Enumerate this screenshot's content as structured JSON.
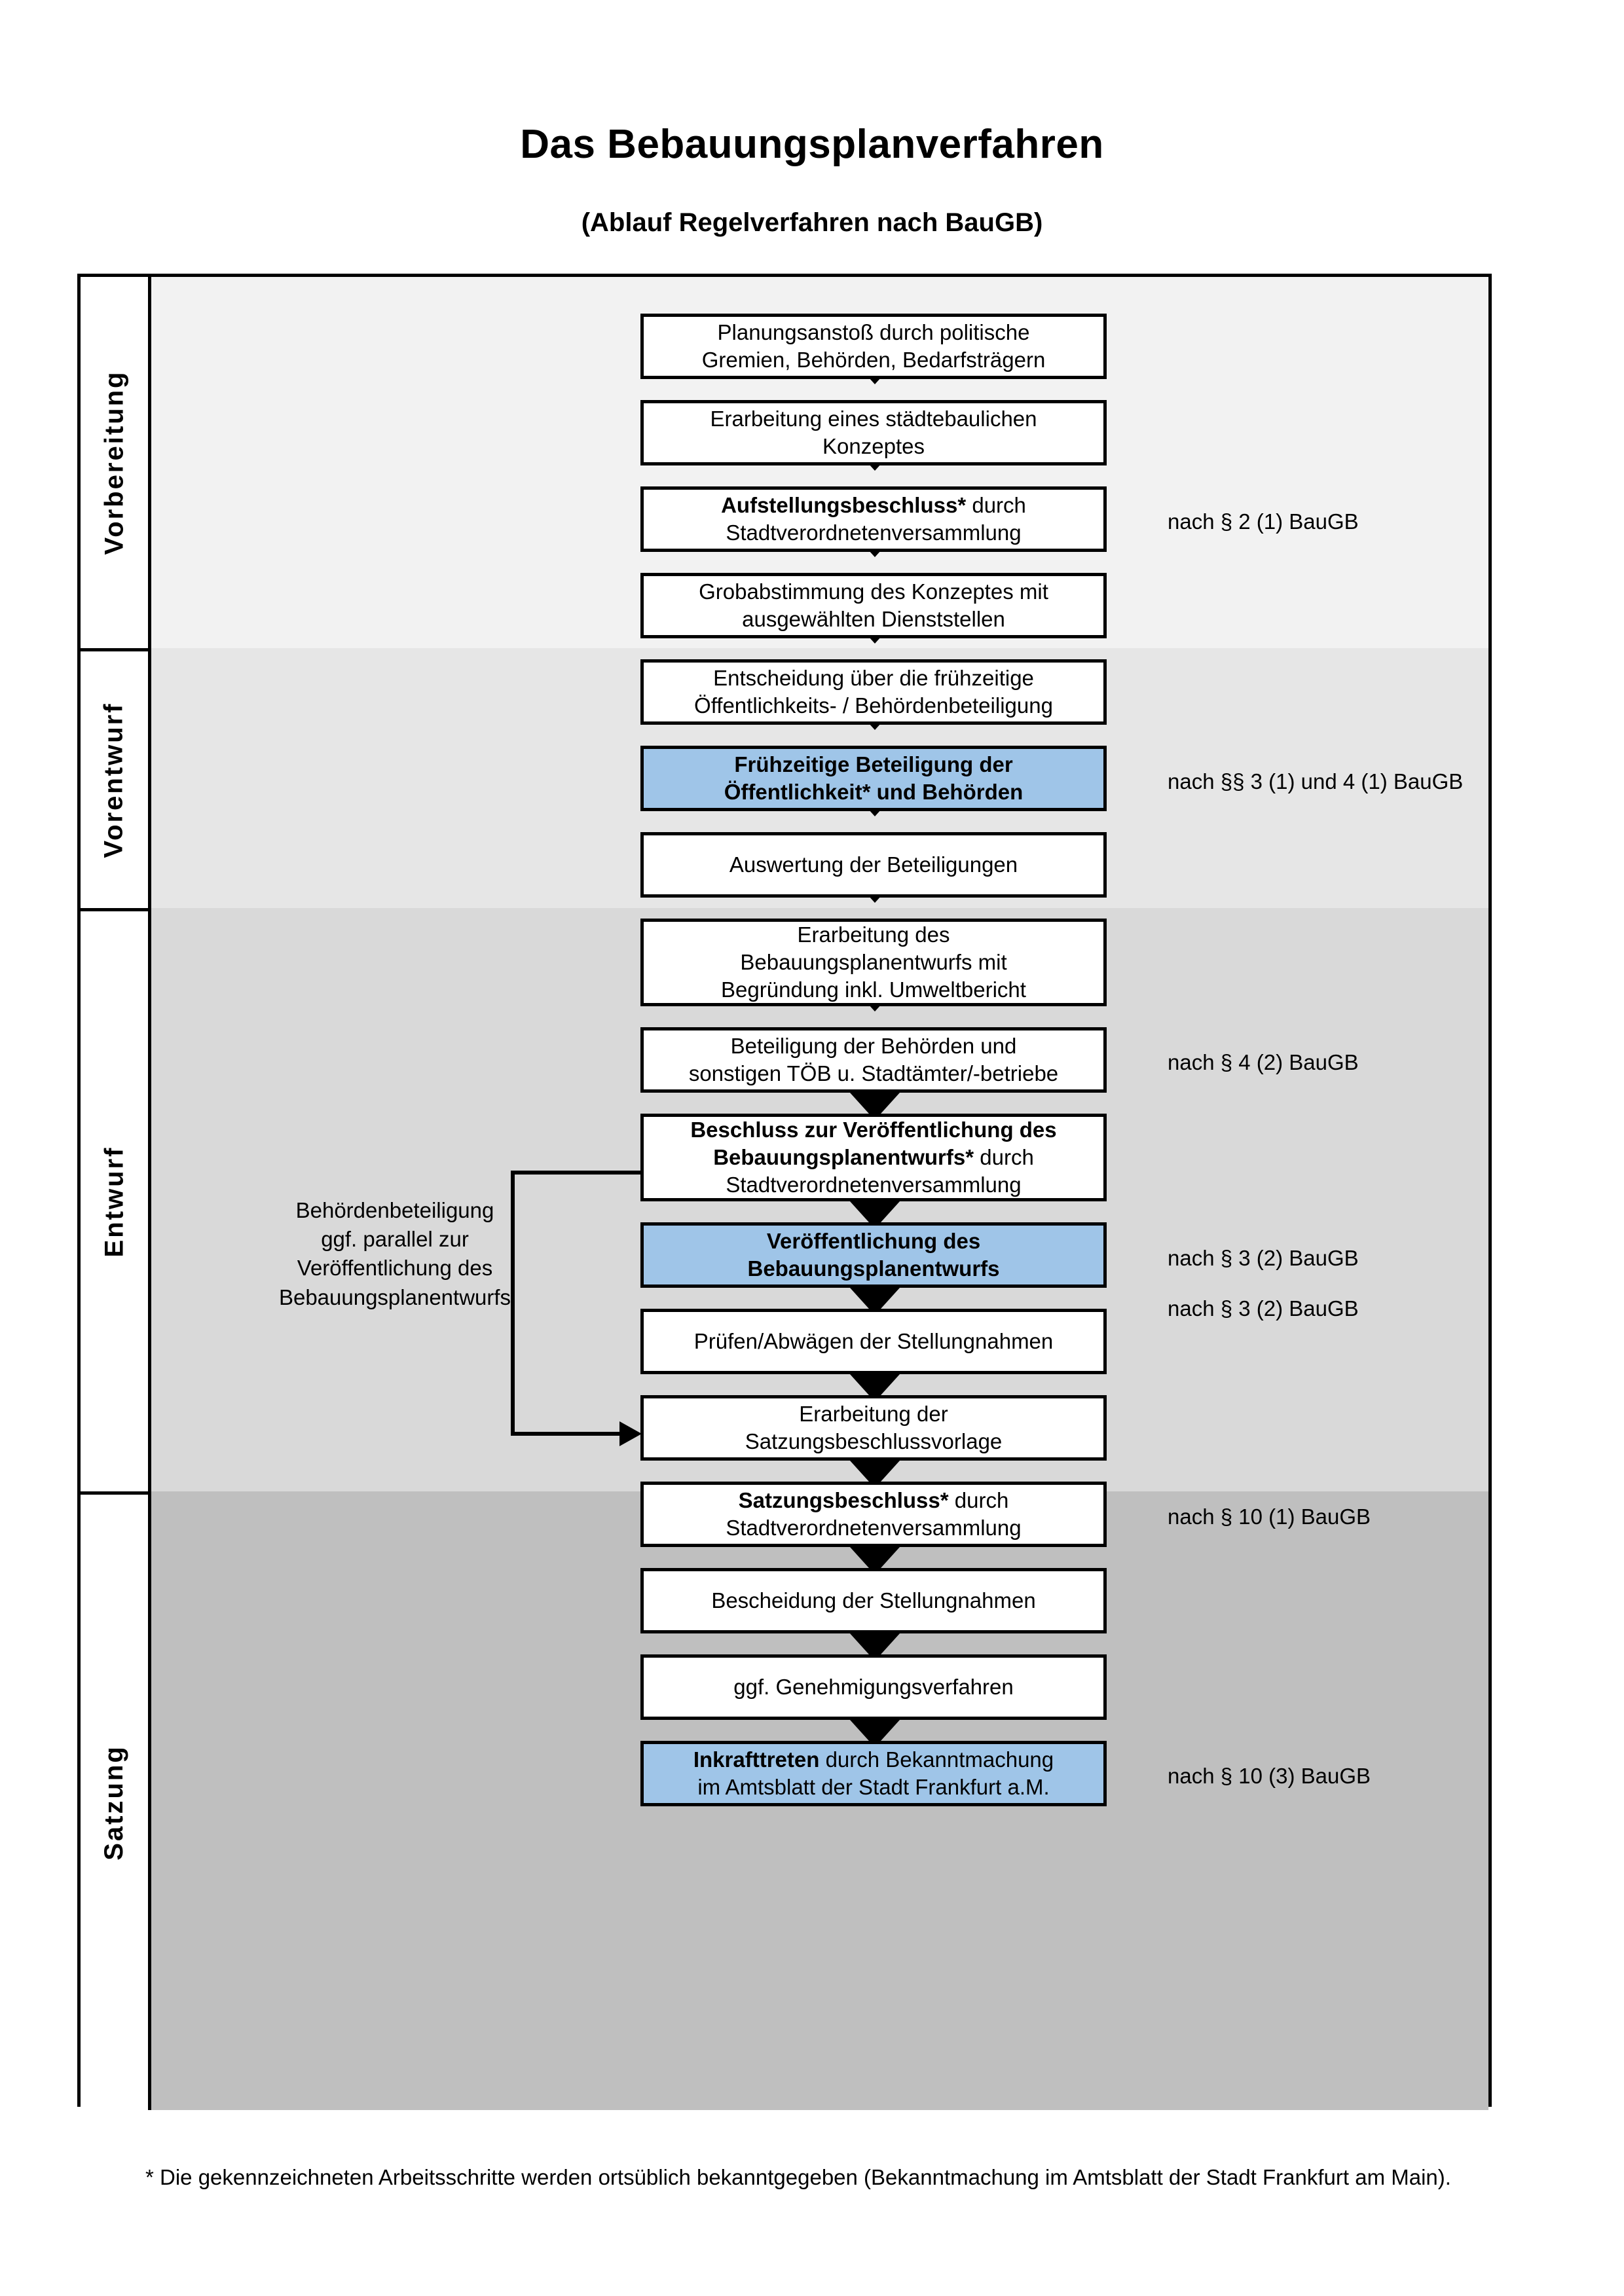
{
  "header": {
    "title": "Das Bebauungsplanverfahren",
    "subtitle": "(Ablauf Regelverfahren nach BauGB)"
  },
  "colors": {
    "highlight_blue": "#9FC5E8",
    "band_vorbereitung": "#F2F2F2",
    "band_vorentwurf": "#E6E6E6",
    "band_entwurf": "#D9D9D9",
    "band_satzung": "#BFBFBF",
    "outline": "#000000"
  },
  "phases": [
    {
      "id": "vorbereitung",
      "label": "Vorbereitung"
    },
    {
      "id": "vorentwurf",
      "label": "Vorentwurf"
    },
    {
      "id": "entwurf",
      "label": "Entwurf"
    },
    {
      "id": "satzung",
      "label": "Satzung"
    }
  ],
  "steps": [
    {
      "id": "planungsanstoss",
      "phase": "vorbereitung",
      "highlight": false,
      "lines": [
        {
          "text": "Planungsanstoß durch politische",
          "bold": false
        },
        {
          "text": "Gremien, Behörden, Bedarfsträgern",
          "bold": false
        }
      ]
    },
    {
      "id": "staedtebauliches-konzept",
      "phase": "vorbereitung",
      "highlight": false,
      "lines": [
        {
          "text": "Erarbeitung eines städtebaulichen",
          "bold": false
        },
        {
          "text": "Konzeptes",
          "bold": false
        }
      ]
    },
    {
      "id": "aufstellungsbeschluss",
      "phase": "vorbereitung",
      "highlight": false,
      "lines": [
        {
          "text": "Aufstellungsbeschluss*",
          "bold": true,
          "suffix": " durch"
        },
        {
          "text": "Stadtverordnetenversammlung",
          "bold": false
        }
      ]
    },
    {
      "id": "grobabstimmung",
      "phase": "vorentwurf",
      "highlight": false,
      "lines": [
        {
          "text": "Grobabstimmung des Konzeptes mit",
          "bold": false
        },
        {
          "text": "ausgewählten Dienststellen",
          "bold": false
        }
      ]
    },
    {
      "id": "entscheidung-fruehzeitig",
      "phase": "vorentwurf",
      "highlight": false,
      "lines": [
        {
          "text": "Entscheidung über die frühzeitige",
          "bold": false
        },
        {
          "text": "Öffentlichkeits- / Behördenbeteiligung",
          "bold": false
        }
      ]
    },
    {
      "id": "fruehzeitige-beteiligung",
      "phase": "vorentwurf",
      "highlight": true,
      "lines": [
        {
          "text": "Frühzeitige Beteiligung der",
          "bold": true
        },
        {
          "text": "Öffentlichkeit* und Behörden",
          "bold": true
        }
      ]
    },
    {
      "id": "auswertung",
      "phase": "entwurf",
      "highlight": false,
      "lines": [
        {
          "text": "Auswertung der Beteiligungen",
          "bold": false
        }
      ]
    },
    {
      "id": "erarbeitung-entwurf",
      "phase": "entwurf",
      "highlight": false,
      "lines": [
        {
          "text": "Erarbeitung des",
          "bold": false
        },
        {
          "text": "Bebauungsplanentwurfs mit",
          "bold": false
        },
        {
          "text": "Begründung inkl. Umweltbericht",
          "bold": false
        }
      ]
    },
    {
      "id": "beteiligung-behoerden",
      "phase": "entwurf",
      "highlight": false,
      "lines": [
        {
          "text": "Beteiligung der Behörden und",
          "bold": false
        },
        {
          "text": "sonstigen TÖB u. Stadtämter/-betriebe",
          "bold": false
        }
      ]
    },
    {
      "id": "beschluss-veroeffentlichung",
      "phase": "entwurf",
      "highlight": false,
      "lines": [
        {
          "text": "Beschluss zur Veröffentlichung des",
          "bold": true
        },
        {
          "text": "Bebauungsplanentwurfs*",
          "bold": true,
          "suffix": " durch"
        },
        {
          "text": "Stadtverordnetenversammlung",
          "bold": false
        }
      ]
    },
    {
      "id": "veroeffentlichung",
      "phase": "entwurf",
      "highlight": true,
      "lines": [
        {
          "text": "Veröffentlichung des",
          "bold": true
        },
        {
          "text": "Bebauungsplanentwurfs",
          "bold": true
        }
      ]
    },
    {
      "id": "pruefen-abwaegen",
      "phase": "satzung",
      "highlight": false,
      "lines": [
        {
          "text": "Prüfen/Abwägen der Stellungnahmen",
          "bold": false
        }
      ]
    },
    {
      "id": "satzungsbeschlussvorlage",
      "phase": "satzung",
      "highlight": false,
      "lines": [
        {
          "text": "Erarbeitung der",
          "bold": false
        },
        {
          "text": "Satzungsbeschlussvorlage",
          "bold": false
        }
      ]
    },
    {
      "id": "satzungsbeschluss",
      "phase": "satzung",
      "highlight": false,
      "lines": [
        {
          "text": "Satzungsbeschluss*",
          "bold": true,
          "suffix": " durch"
        },
        {
          "text": "Stadtverordnetenversammlung",
          "bold": false
        }
      ]
    },
    {
      "id": "bescheidung",
      "phase": "satzung",
      "highlight": false,
      "lines": [
        {
          "text": "Bescheidung der Stellungnahmen",
          "bold": false
        }
      ]
    },
    {
      "id": "genehmigungsverfahren",
      "phase": "satzung",
      "highlight": false,
      "lines": [
        {
          "text": "ggf. Genehmigungsverfahren",
          "bold": false
        }
      ]
    },
    {
      "id": "inkrafttreten",
      "phase": "satzung",
      "highlight": true,
      "lines": [
        {
          "text": "Inkrafttreten",
          "bold": true,
          "suffix": " durch Bekanntmachung"
        },
        {
          "text": "im Amtsblatt der Stadt Frankfurt a.M.",
          "bold": false
        }
      ]
    }
  ],
  "legal_notes": [
    {
      "id": "note-par-2-1",
      "for_step": "aufstellungsbeschluss",
      "text": "nach § 2 (1) BauGB"
    },
    {
      "id": "note-par-3-1-4-1",
      "for_step": "fruehzeitige-beteiligung",
      "text": "nach §§ 3 (1) und 4 (1) BauGB"
    },
    {
      "id": "note-par-4-2",
      "for_step": "beteiligung-behoerden",
      "text": "nach § 4 (2) BauGB"
    },
    {
      "id": "note-par-3-2-a",
      "for_step": "beschluss-veroeffentlichung",
      "text": "nach § 3 (2) BauGB"
    },
    {
      "id": "note-par-3-2-b",
      "for_step": "veroeffentlichung",
      "text": "nach § 3 (2) BauGB"
    },
    {
      "id": "note-par-10-1",
      "for_step": "satzungsbeschluss",
      "text": "nach § 10 (1) BauGB"
    },
    {
      "id": "note-par-10-3",
      "for_step": "inkrafttreten",
      "text": "nach § 10 (3) BauGB"
    }
  ],
  "side_note": {
    "id": "behoerdenbeteiligung-parallel",
    "lines": [
      "Behördenbeteiligung",
      "ggf. parallel zur",
      "Veröffentlichung des",
      "Bebauungsplanentwurfs"
    ]
  },
  "footnote": {
    "text": "* Die gekennzeichneten Arbeitsschritte werden ortsüblich bekanntgegeben (Bekanntmachung im Amtsblatt  der Stadt Frankfurt am Main)."
  }
}
